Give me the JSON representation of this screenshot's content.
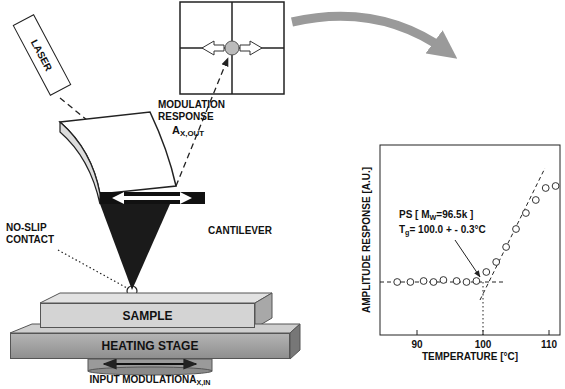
{
  "diagram": {
    "nodes": [
      {
        "text": [
          "LASER"
        ]
      },
      {
        "text": [
          "SAMPLE"
        ]
      },
      {
        "text": [
          "HEATING STAGE"
        ]
      }
    ],
    "labels": [
      "MODULATION RESPONSE",
      "A",
      "X,OUT",
      "CANTILEVER",
      "NO-SLIP CONTACT",
      "INPUT MODULATION",
      "A",
      "X,IN",
      "AMPLITUDE RESPONSE [A.U.]",
      "TEMPERATURE [°C]",
      "90",
      "100",
      "110",
      "PS [ M",
      "W",
      "=96.5k ]",
      "T",
      "g",
      "= 100.0 + - 0.3°C"
    ]
  }
}
